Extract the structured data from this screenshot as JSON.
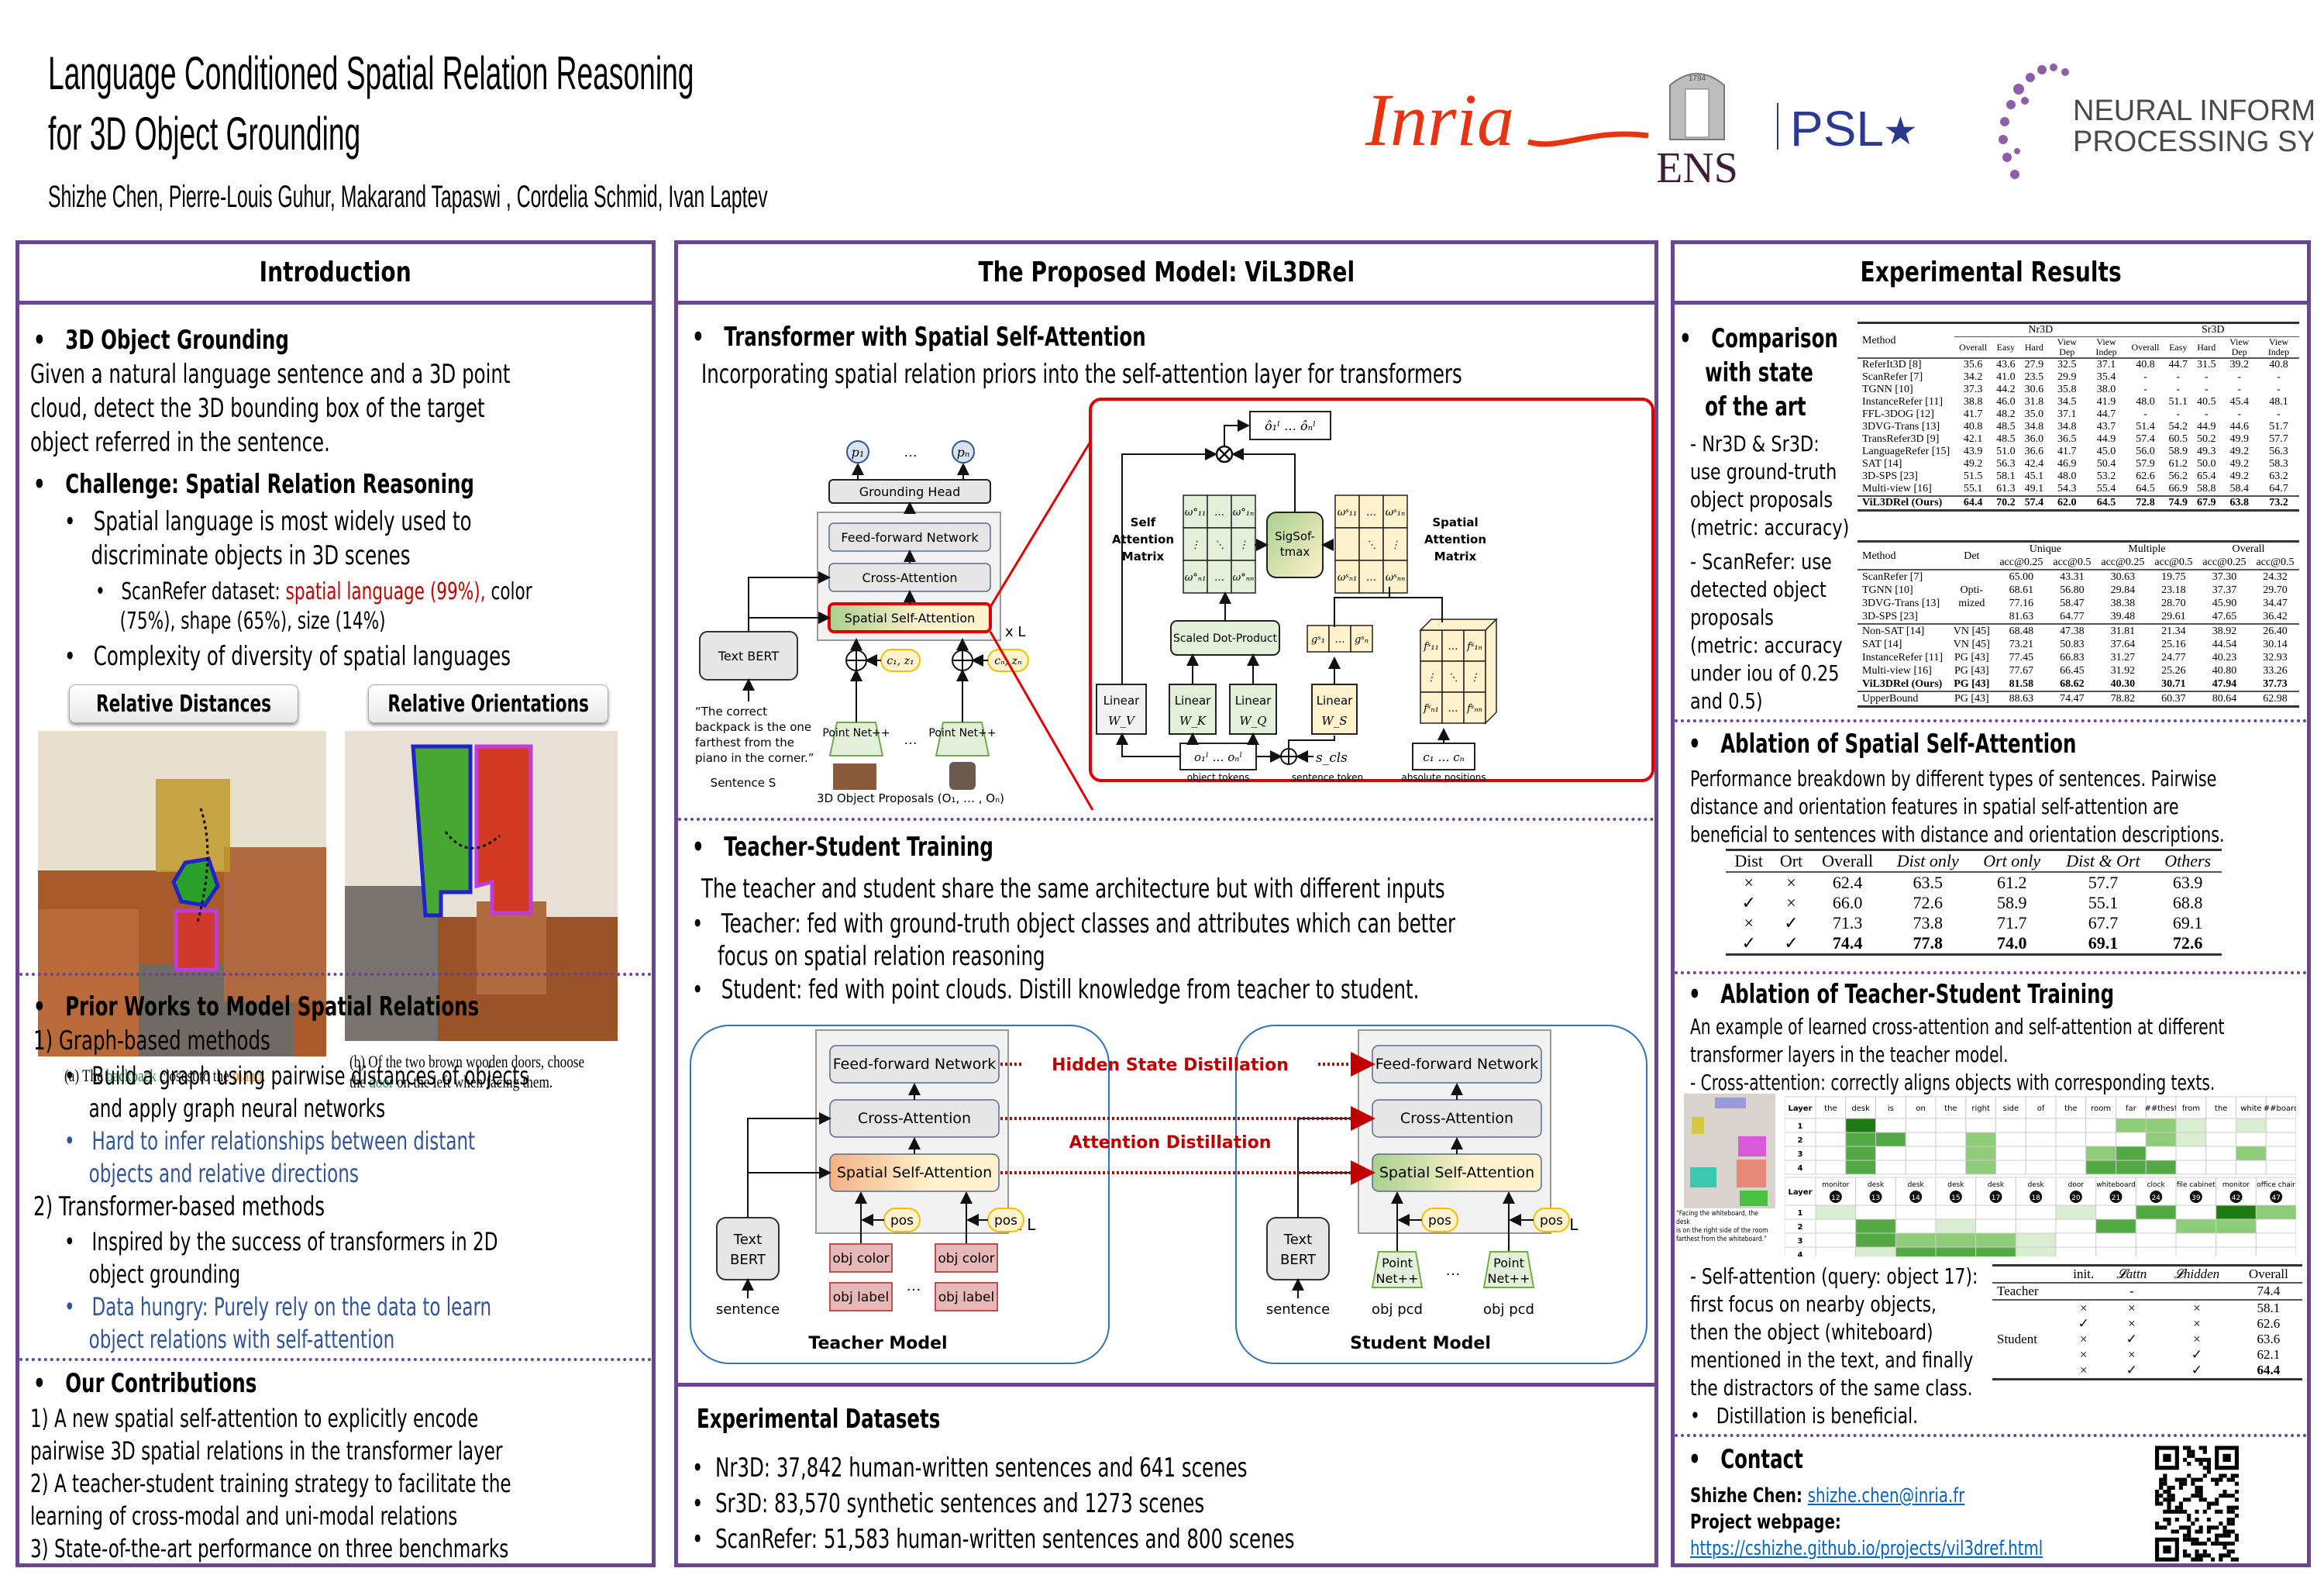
{
  "header": {
    "title_line1": "Language Conditioned Spatial Relation Reasoning",
    "title_line2": "for 3D Object Grounding",
    "authors": "Shizhe Chen, Pierre-Louis Guhur, Makarand Tapaswi , Cordelia Schmid, Ivan Laptev",
    "logos": {
      "inria": "Inria",
      "ens": "ENS",
      "ens_year": "1794",
      "psl": "PSL",
      "neurips_line1": "NEURAL INFORMATION",
      "neurips_line2": "PROCESSING SYSTEMS"
    }
  },
  "colors": {
    "panel_border": "#6b4690",
    "accent_red": "#c00000",
    "accent_blue": "#2f5597",
    "link": "#0563c1"
  },
  "intro": {
    "heading": "Introduction",
    "grounding_title": "3D Object Grounding",
    "grounding_text": [
      "Given a natural language sentence and a 3D point",
      "cloud, detect the 3D bounding box of the target",
      "object referred in the sentence."
    ],
    "challenge_title": "Challenge: Spatial Relation Reasoning",
    "challenge_b1": [
      "Spatial language is most widely used to",
      "discriminate objects in 3D scenes"
    ],
    "scanrefer_prefix": "ScanRefer dataset: ",
    "scanrefer_highlight": "spatial language (99%),",
    "scanrefer_suffix": " color",
    "scanrefer_line2": "(75%), shape (65%), size (14%)",
    "challenge_b2": "Complexity of diversity of spatial languages",
    "fig_label_a": "Relative Distances",
    "fig_label_b": "Relative Orientations",
    "caption_a": {
      "pre": "(a) The ",
      "w1": "backpack",
      "mid": " closest to the ",
      "w2": "piano",
      "post": "."
    },
    "caption_b": {
      "line1": "(b) Of the two brown wooden doors, choose",
      "pre": "the ",
      "w1": "door",
      "post": " on the left when facing them."
    },
    "prior_title": "Prior Works to Model Spatial Relations",
    "prior_1": "1)  Graph-based methods",
    "prior_1a": [
      "Build a graph using pairwise distances of objects",
      "and apply graph neural networks"
    ],
    "prior_1b": [
      "Hard to infer relationships between distant",
      "objects and relative directions"
    ],
    "prior_2": "2)  Transformer-based methods",
    "prior_2a": [
      "Inspired by the success of transformers in 2D",
      "object grounding"
    ],
    "prior_2b": [
      "Data hungry: Purely rely on the data to learn",
      "object relations with self-attention"
    ],
    "contrib_title": "Our Contributions",
    "contrib": [
      "1) A new spatial self-attention to explicitly encode",
      "pairwise 3D spatial relations in the transformer layer",
      "2) A teacher-student training strategy to facilitate the",
      "learning of cross-modal and uni-modal relations",
      "3) State-of-the-art performance on three benchmarks"
    ]
  },
  "model": {
    "heading": "The Proposed Model: ViL3DRel",
    "sec1_title": "Transformer with Spatial Self-Attention",
    "sec1_text": "Incorporating spatial relation priors into the self-attention layer for transformers",
    "arch": {
      "p1": "p₁",
      "pN": "pₙ",
      "ellipsis": "…",
      "grounding_head": "Grounding Head",
      "ffn": "Feed-forward Network",
      "cross_attn": "Cross-Attention",
      "spatial_self_attn": "Spatial Self-Attention",
      "xL": "x L",
      "text_bert": "Text BERT",
      "c1z1": "c₁, z₁",
      "cNzN": "cₙ, zₙ",
      "pointnet": "Point Net++",
      "sentence_quote": [
        "“The correct",
        "backpack is the one",
        "farthest from the",
        "piano in the corner.”"
      ],
      "sentence_label": "Sentence S",
      "proposals_label": "3D Object Proposals (O₁, … , Oₙ)"
    },
    "detail": {
      "output": "ô₁ˡ  …  ôₙˡ",
      "self_attn_label": [
        "Self",
        "Attention",
        "Matrix"
      ],
      "spatial_attn_label": [
        "Spatial",
        "Attention",
        "Matrix"
      ],
      "sigsoftmax": [
        "SigSof-",
        "tmax"
      ],
      "scaled_dot": "Scaled Dot-Product",
      "linear": "Linear",
      "wv": "W_V",
      "wk": "W_K",
      "wq": "W_Q",
      "ws": "W_S",
      "omega_o": [
        "ω°₁₁",
        "…",
        "ω°₁ₙ",
        "⋮",
        "⋱",
        "⋮",
        "ω°ₙ₁",
        "…",
        "ω°ₙₙ"
      ],
      "omega_s": [
        "ωˢ₁₁",
        "…",
        "ωˢ₁ₙ",
        "",
        "⋱",
        "⋮",
        "ωˢₙ₁",
        "…",
        "ωˢₙₙ"
      ],
      "g": [
        "gˢ₁",
        "…",
        "gˢₙ"
      ],
      "f": [
        "fˢ₁₁",
        "…",
        "fˢ₁ₙ",
        "⋮",
        "⋱",
        "⋮",
        "fˢₙ₁",
        "…",
        "fˢₙₙ"
      ],
      "object_tokens_expr": "o₁ˡ  …  oₙˡ",
      "scls": "s_cls",
      "positions_expr": "c₁ … cₙ",
      "object_tokens": "object tokens",
      "sentence_token": "sentence token",
      "absolute_positions": "absolute positions"
    },
    "sec2_title": "Teacher-Student Training",
    "sec2_text": "The teacher and student share the same architecture but with different inputs",
    "sec2_b1": [
      "Teacher: fed with ground-truth object classes and attributes which can better",
      "focus on spatial relation reasoning"
    ],
    "sec2_b2": "Student: fed with point clouds. Distill knowledge from teacher to student.",
    "ts": {
      "ffn": "Feed-forward Network",
      "cross": "Cross-Attention",
      "ssa": "Spatial Self-Attention",
      "hidden_distill": "Hidden State Distillation",
      "attn_distill": "Attention Distillation",
      "xL": "x L",
      "pos": "pos",
      "text_bert": [
        "Text",
        "BERT"
      ],
      "sentence": "sentence",
      "obj_color": "obj color",
      "obj_label": "obj label",
      "pointnet": [
        "Point",
        "Net++"
      ],
      "obj_pcd": "obj pcd",
      "ellipsis": "…",
      "teacher_model": "Teacher Model",
      "student_model": "Student Model"
    },
    "datasets_title": "Experimental Datasets",
    "datasets": [
      "Nr3D: 37,842 human-written sentences and 641 scenes",
      "Sr3D: 83,570 synthetic sentences and 1273 scenes",
      "ScanRefer: 51,583 human-written sentences and 800 scenes"
    ]
  },
  "results": {
    "heading": "Experimental Results",
    "comp_title": [
      "Comparison",
      "with state",
      "of the art"
    ],
    "comp_note1": [
      "- Nr3D & Sr3D:",
      "use ground-truth",
      "object  proposals",
      "(metric: accuracy)"
    ],
    "comp_note2": [
      "- ScanRefer: use",
      "detected object",
      "proposals",
      "(metric: accuracy",
      "under iou of 0.25",
      "and 0.5)"
    ],
    "table1": {
      "method_header": "Method",
      "group1": "Nr3D",
      "group2": "Sr3D",
      "subheaders": [
        "Overall",
        "Easy",
        "Hard",
        "View Dep",
        "View Indep",
        "Overall",
        "Easy",
        "Hard",
        "View Dep",
        "View Indep"
      ],
      "rows": [
        [
          "ReferIt3D [8]",
          "35.6",
          "43.6",
          "27.9",
          "32.5",
          "37.1",
          "40.8",
          "44.7",
          "31.5",
          "39.2",
          "40.8"
        ],
        [
          "ScanRefer [7]",
          "34.2",
          "41.0",
          "23.5",
          "29.9",
          "35.4",
          "-",
          "-",
          "-",
          "-",
          "-"
        ],
        [
          "TGNN [10]",
          "37.3",
          "44.2",
          "30.6",
          "35.8",
          "38.0",
          "-",
          "-",
          "-",
          "-",
          "-"
        ],
        [
          "InstanceRefer [11]",
          "38.8",
          "46.0",
          "31.8",
          "34.5",
          "41.9",
          "48.0",
          "51.1",
          "40.5",
          "45.4",
          "48.1"
        ],
        [
          "FFL-3DOG [12]",
          "41.7",
          "48.2",
          "35.0",
          "37.1",
          "44.7",
          "-",
          "-",
          "-",
          "-",
          "-"
        ],
        [
          "3DVG-Trans [13]",
          "40.8",
          "48.5",
          "34.8",
          "34.8",
          "43.7",
          "51.4",
          "54.2",
          "44.9",
          "44.6",
          "51.7"
        ],
        [
          "TransRefer3D [9]",
          "42.1",
          "48.5",
          "36.0",
          "36.5",
          "44.9",
          "57.4",
          "60.5",
          "50.2",
          "49.9",
          "57.7"
        ],
        [
          "LanguageRefer [15]",
          "43.9",
          "51.0",
          "36.6",
          "41.7",
          "45.0",
          "56.0",
          "58.9",
          "49.3",
          "49.2",
          "56.3"
        ],
        [
          "SAT [14]",
          "49.2",
          "56.3",
          "42.4",
          "46.9",
          "50.4",
          "57.9",
          "61.2",
          "50.0",
          "49.2",
          "58.3"
        ],
        [
          "3D-SPS [23]",
          "51.5",
          "58.1",
          "45.1",
          "48.0",
          "53.2",
          "62.6",
          "56.2",
          "65.4",
          "49.2",
          "63.2"
        ],
        [
          "Multi-view [16]",
          "55.1",
          "61.3",
          "49.1",
          "54.3",
          "55.4",
          "64.5",
          "66.9",
          "58.8",
          "58.4",
          "64.7"
        ]
      ],
      "ours": [
        "ViL3DRel (Ours)",
        "64.4",
        "70.2",
        "57.4",
        "62.0",
        "64.5",
        "72.8",
        "74.9",
        "67.9",
        "63.8",
        "73.2"
      ]
    },
    "table2": {
      "headers": [
        "Method",
        "Det",
        "Unique",
        "Multiple",
        "Overall"
      ],
      "subheaders": [
        "acc@0.25",
        "acc@0.5",
        "acc@0.25",
        "acc@0.5",
        "acc@0.25",
        "acc@0.5"
      ],
      "det_group1": [
        "Opti-",
        "mized"
      ],
      "group1": [
        [
          "ScanRefer [7]",
          "",
          "65.00",
          "43.31",
          "30.63",
          "19.75",
          "37.30",
          "24.32"
        ],
        [
          "TGNN [10]",
          "",
          "68.61",
          "56.80",
          "29.84",
          "23.18",
          "37.37",
          "29.70"
        ],
        [
          "3DVG-Trans [13]",
          "",
          "77.16",
          "58.47",
          "38.38",
          "28.70",
          "45.90",
          "34.47"
        ],
        [
          "3D-SPS [23]",
          "",
          "81.63",
          "64.77",
          "39.48",
          "29.61",
          "47.65",
          "36.42"
        ]
      ],
      "group2": [
        [
          "Non-SAT [14]",
          "VN [45]",
          "68.48",
          "47.38",
          "31.81",
          "21.34",
          "38.92",
          "26.40"
        ],
        [
          "SAT [14]",
          "VN [45]",
          "73.21",
          "50.83",
          "37.64",
          "25.16",
          "44.54",
          "30.14"
        ],
        [
          "InstanceRefer [11]",
          "PG [43]",
          "77.45",
          "66.83",
          "31.27",
          "24.77",
          "40.23",
          "32.93"
        ],
        [
          "Multi-view [16]",
          "PG [43]",
          "77.67",
          "66.45",
          "31.92",
          "25.26",
          "40.80",
          "33.26"
        ]
      ],
      "ours": [
        "ViL3DRel (Ours)",
        "PG [43]",
        "81.58",
        "68.62",
        "40.30",
        "30.71",
        "47.94",
        "37.73"
      ],
      "upper": [
        "UpperBound",
        "PG [43]",
        "88.63",
        "74.47",
        "78.82",
        "60.37",
        "80.64",
        "62.98"
      ]
    },
    "ablation1_title": "Ablation of Spatial Self-Attention",
    "ablation1_text": [
      "Performance breakdown by different types of sentences. Pairwise",
      "distance and orientation features in spatial self-attention are",
      "beneficial to sentences with distance and orientation descriptions."
    ],
    "table3": {
      "headers": [
        "Dist",
        "Ort",
        "Overall",
        "Dist only",
        "Ort only",
        "Dist & Ort",
        "Others"
      ],
      "rows": [
        [
          "×",
          "×",
          "62.4",
          "63.5",
          "61.2",
          "57.7",
          "63.9"
        ],
        [
          "✓",
          "×",
          "66.0",
          "72.6",
          "58.9",
          "55.1",
          "68.8"
        ],
        [
          "×",
          "✓",
          "71.3",
          "73.8",
          "71.7",
          "67.7",
          "69.1"
        ],
        [
          "✓",
          "✓",
          "74.4",
          "77.8",
          "74.0",
          "69.1",
          "72.6"
        ]
      ]
    },
    "ablation2_title": "Ablation of Teacher-Student Training",
    "ablation2_text": [
      "An example of learned cross-attention and self-attention at different",
      "transformer layers in the teacher model.",
      "- Cross-attention: correctly aligns objects with corresponding texts."
    ],
    "heatmap_caption": [
      "“Facing the whiteboard, the desk",
      "is on the right side of the room",
      "farthest from the whiteboard.”"
    ],
    "cross_attn": {
      "layer_label": "Layer",
      "tokens": [
        "the",
        "desk",
        "is",
        "on",
        "the",
        "right",
        "side",
        "of",
        "the",
        "room",
        "far",
        "##thest",
        "from",
        "the",
        "white",
        "##board"
      ],
      "layers": [
        "1",
        "2",
        "3",
        "4"
      ],
      "intensity": [
        [
          0,
          4,
          0,
          0,
          0,
          0,
          0,
          0,
          0,
          0,
          2,
          2,
          1,
          0,
          1,
          0
        ],
        [
          0,
          3,
          3,
          0,
          0,
          2,
          0,
          0,
          0,
          0,
          0,
          2,
          1,
          0,
          0,
          0
        ],
        [
          0,
          3,
          0,
          0,
          0,
          2,
          0,
          0,
          0,
          2,
          2.5,
          0,
          0,
          0,
          2,
          0
        ],
        [
          0,
          2.5,
          0,
          0,
          0,
          2,
          0,
          0,
          0,
          2.5,
          2.5,
          3,
          0,
          0,
          0,
          0
        ]
      ]
    },
    "self_attn": {
      "layer_label": "Layer",
      "objects": [
        "monitor",
        "desk",
        "desk",
        "desk",
        "desk",
        "desk",
        "door",
        "whiteboard",
        "clock",
        "file cabinet",
        "monitor",
        "office chair"
      ],
      "ids": [
        "12",
        "13",
        "14",
        "15",
        "17",
        "18",
        "20",
        "21",
        "24",
        "39",
        "42",
        "47"
      ],
      "layers": [
        "1",
        "2",
        "3",
        "4"
      ],
      "intensity": [
        [
          1,
          0,
          0,
          0,
          0,
          0,
          1,
          0,
          2.5,
          0,
          4,
          1.5
        ],
        [
          0,
          2.5,
          0,
          1,
          0,
          0,
          0,
          3,
          0,
          2,
          2,
          0
        ],
        [
          0,
          3,
          2,
          2,
          2,
          1,
          0,
          0,
          0,
          0,
          0,
          0
        ],
        [
          0,
          1,
          3,
          3,
          3,
          1,
          0,
          0,
          0,
          0,
          0,
          0
        ]
      ]
    },
    "self_attn_text": [
      "- Self-attention (query: object 17):",
      "first focus on nearby objects,",
      "then the object (whiteboard)",
      "mentioned in the text, and finally",
      "the distractors of the same class."
    ],
    "distill_bullet": "Distillation is beneficial.",
    "table4": {
      "headers": [
        "",
        "init.",
        "𝓛attn",
        "𝓛hidden",
        "Overall"
      ],
      "teacher": [
        "Teacher",
        "",
        "-",
        "",
        "74.4"
      ],
      "student_label": "Student",
      "student_rows": [
        [
          "×",
          "×",
          "×",
          "58.1"
        ],
        [
          "✓",
          "×",
          "×",
          "62.6"
        ],
        [
          "×",
          "✓",
          "×",
          "63.6"
        ],
        [
          "×",
          "×",
          "✓",
          "62.1"
        ],
        [
          "×",
          "✓",
          "✓",
          "64.4"
        ]
      ]
    },
    "contact_title": "Contact",
    "contact_name": "Shizhe Chen: ",
    "contact_email": "shizhe.chen@inria.fr",
    "contact_web_label": "Project webpage:",
    "contact_url": "https://cshizhe.github.io/projects/vil3dref.html"
  }
}
